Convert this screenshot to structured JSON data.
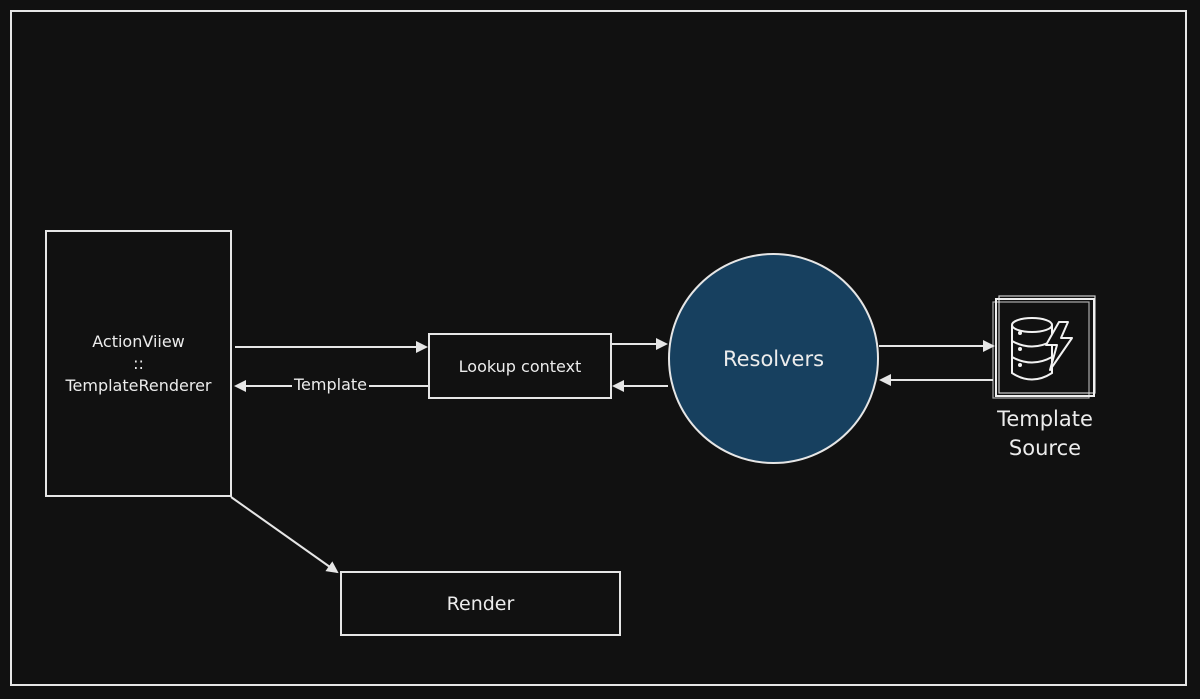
{
  "diagram": {
    "renderer": {
      "line1": "ActionViiew",
      "line2": "::",
      "line3": "TemplateRenderer"
    },
    "lookup_label": "Lookup context",
    "resolvers_label": "Resolvers",
    "render_label": "Render",
    "template_edge_label": "Template",
    "source": {
      "line1": "Template",
      "line2": "Source"
    },
    "source_icon": "database-lightning-icon",
    "colors": {
      "background": "#111111",
      "stroke": "#e6e6e6",
      "resolver_fill": "#17405f"
    }
  }
}
